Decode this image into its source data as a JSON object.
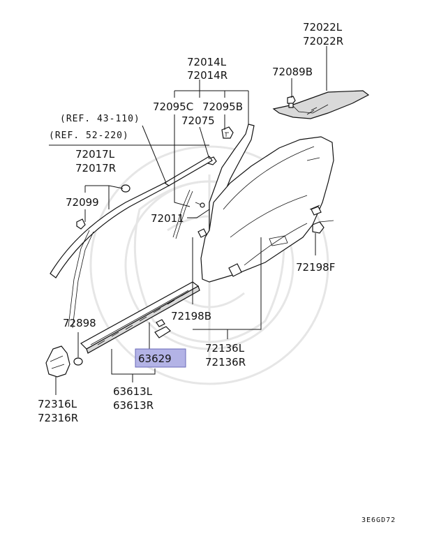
{
  "labels": {
    "p72022": [
      "72022L",
      "72022R"
    ],
    "p72089B": "72089B",
    "p72014": [
      "72014L",
      "72014R"
    ],
    "p72095C": "72095C",
    "p72095B": "72095B",
    "p72075": "72075",
    "ref1": "(REF. 43-110)",
    "ref2": "(REF. 52-220)",
    "p72017": [
      "72017L",
      "72017R"
    ],
    "p72099": "72099",
    "p72011": "72011",
    "p72198F": "72198F",
    "p72198B": "72198B",
    "p72898": "72898",
    "p72136": [
      "72136L",
      "72136R"
    ],
    "p63629": "63629",
    "p63613": [
      "63613L",
      "63613R"
    ],
    "p72316": [
      "72316L",
      "72316R"
    ],
    "diagram_code": "3E6GD72"
  },
  "colors": {
    "highlight_fill": "#b3b3e6",
    "highlight_stroke": "#6a6ab8"
  }
}
